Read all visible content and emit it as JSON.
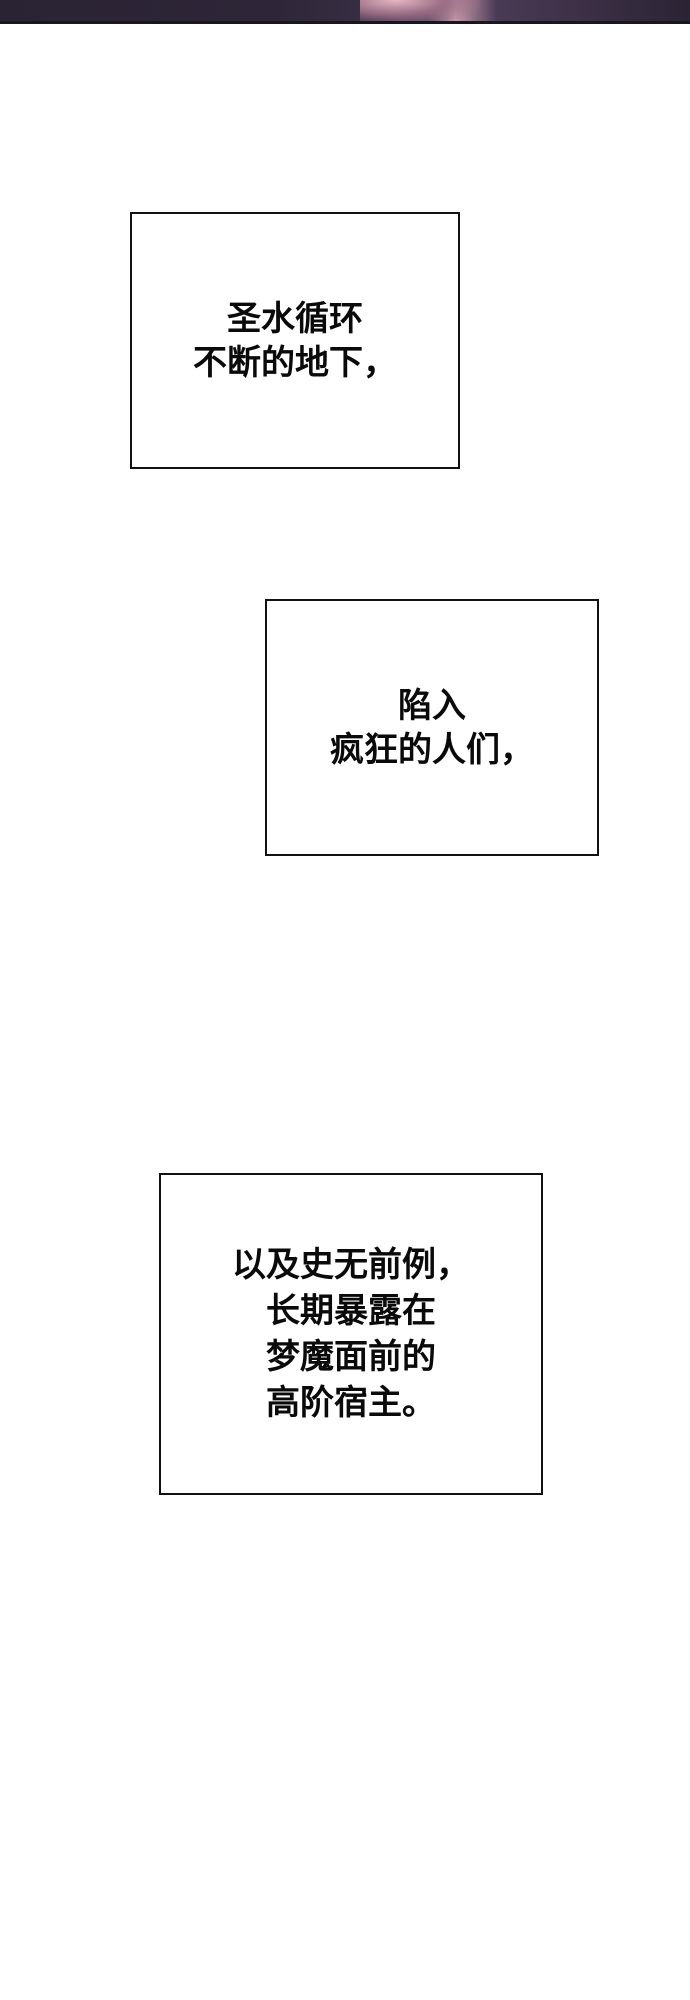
{
  "captions": [
    {
      "lines": [
        "圣水循环",
        "不断的地下，"
      ]
    },
    {
      "lines": [
        "陷入",
        "疯狂的人们，"
      ]
    },
    {
      "lines": [
        "以及史无前例，",
        "长期暴露在",
        "梦魔面前的",
        "高阶宿主。"
      ]
    }
  ]
}
